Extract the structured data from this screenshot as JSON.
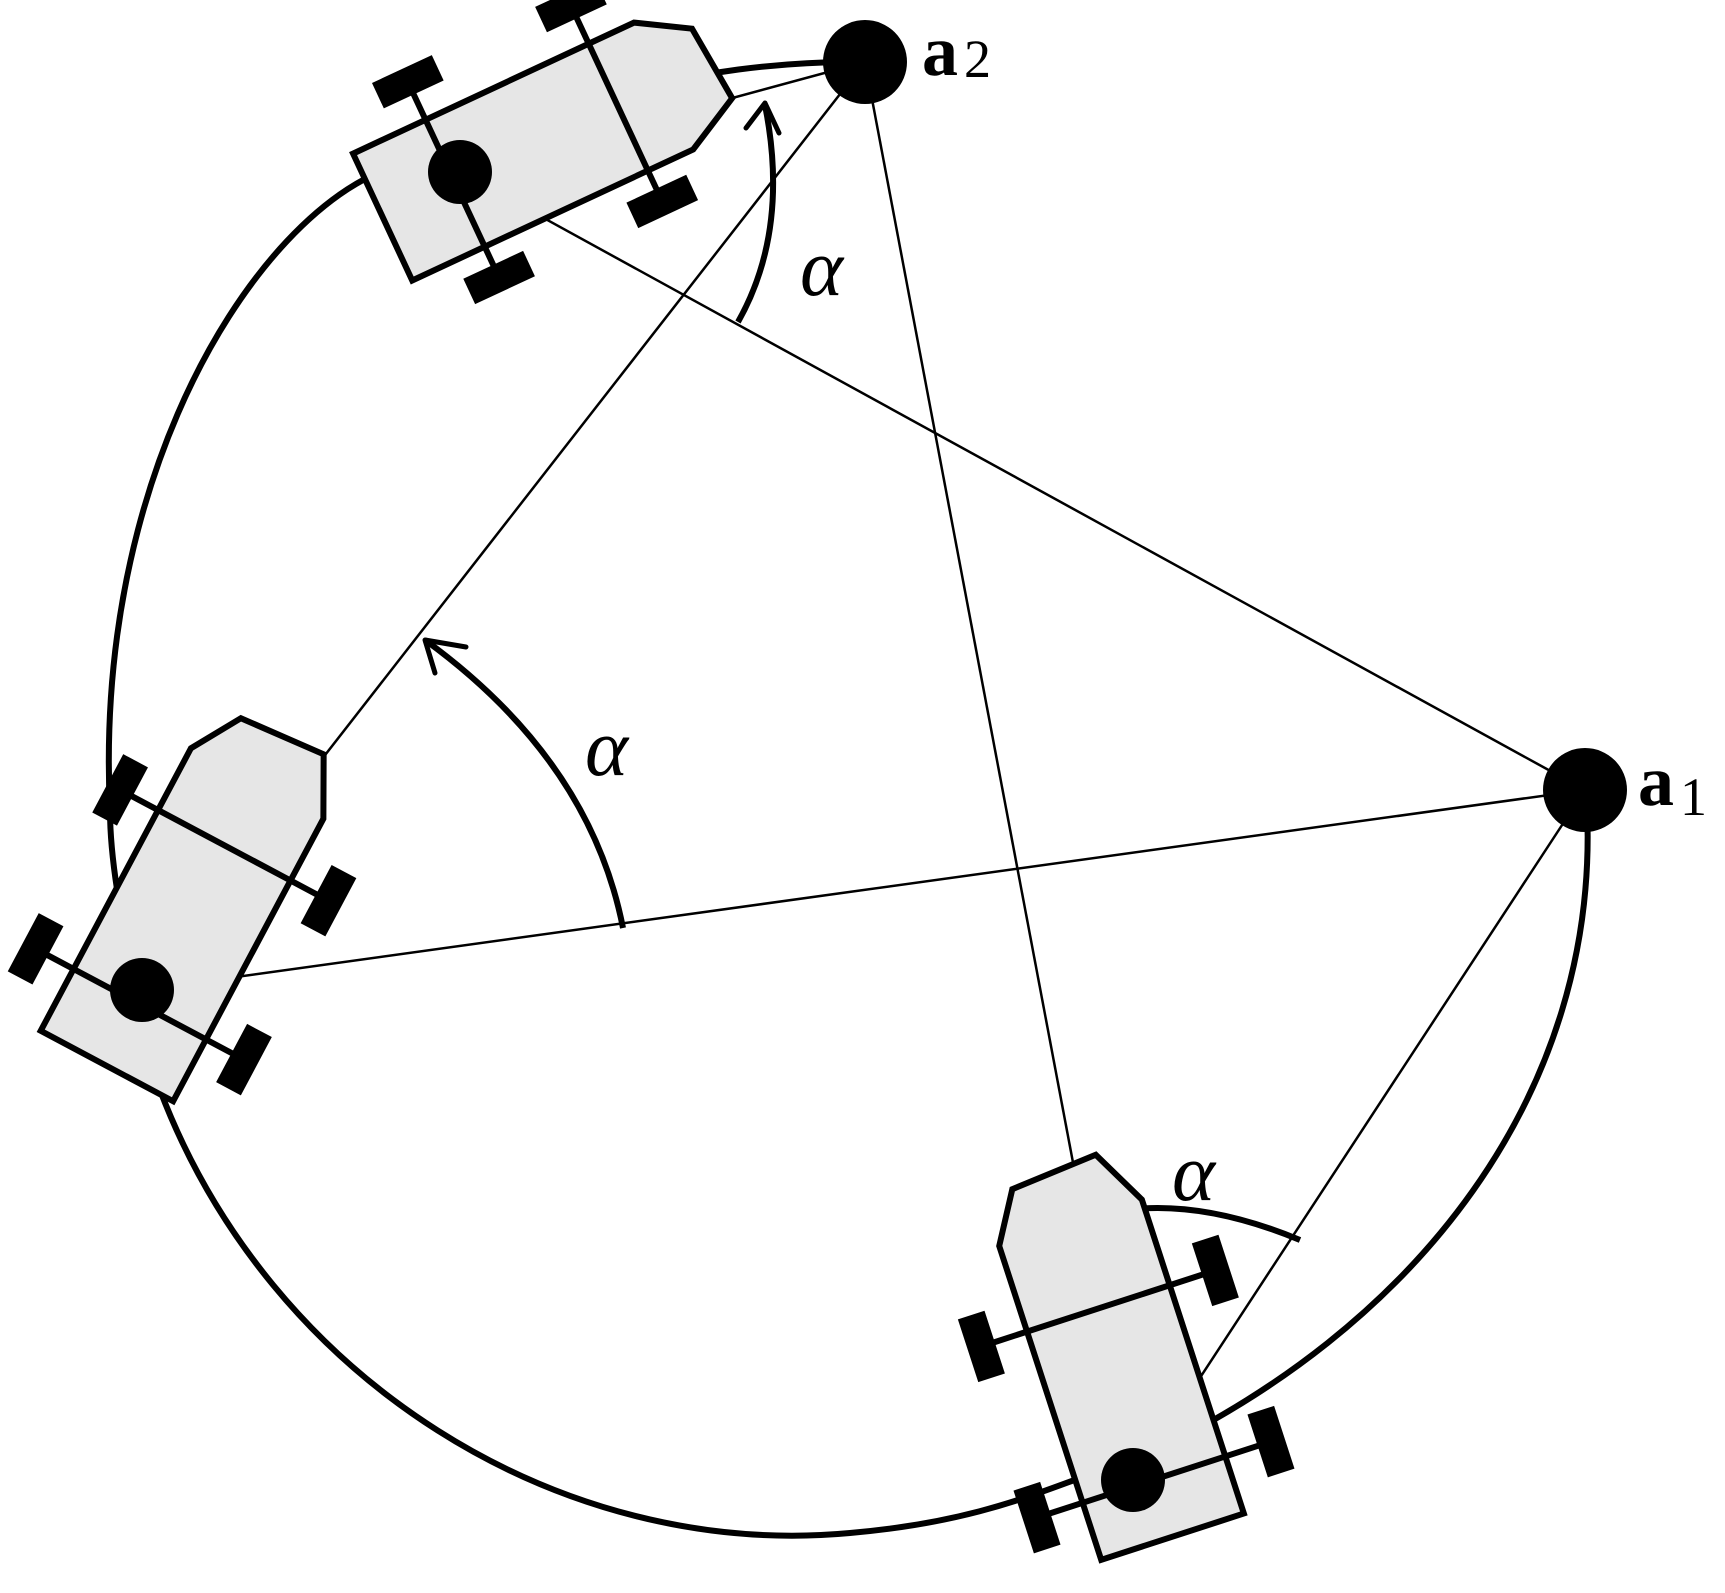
{
  "anchors": [
    {
      "id": "a1",
      "letter": "a",
      "subscript": "1"
    },
    {
      "id": "a2",
      "letter": "a",
      "subscript": "2"
    }
  ],
  "angle_labels": [
    "α",
    "α",
    "α"
  ],
  "vehicles": [
    {
      "id": "vehicle-top"
    },
    {
      "id": "vehicle-left"
    },
    {
      "id": "vehicle-bottom"
    }
  ],
  "colors": {
    "vehicle_fill": "#e6e6e6",
    "stroke": "#000000",
    "background": "#ffffff"
  }
}
